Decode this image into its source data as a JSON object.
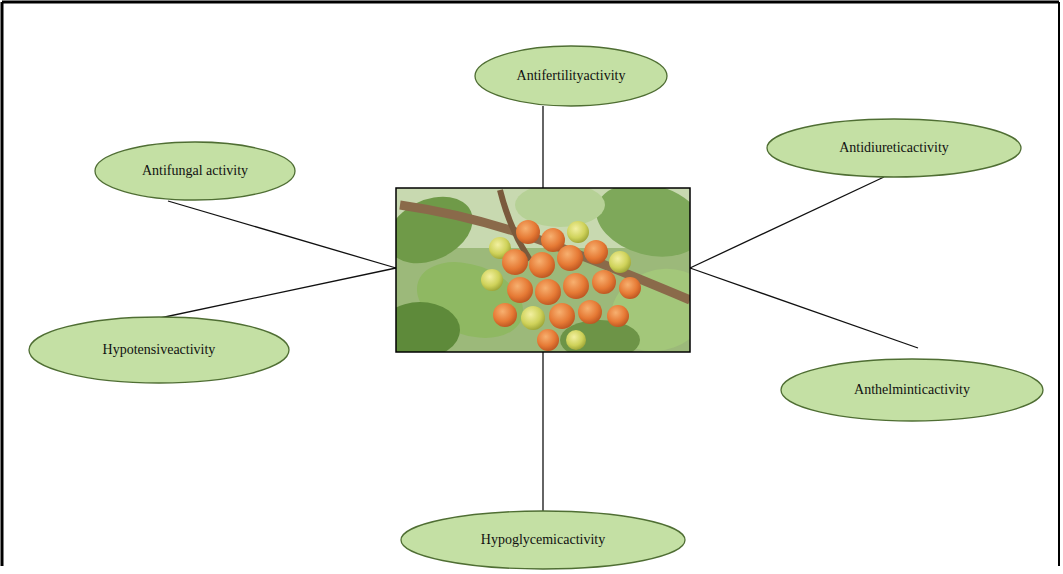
{
  "diagram": {
    "nodes": [
      {
        "text": [
          "Antifertilityactivity"
        ]
      },
      {
        "text": [
          "Antidiureticactivity"
        ]
      },
      {
        "text": [
          "Antifungal activity"
        ]
      },
      {
        "text": [
          "Hypotensiveactivity"
        ]
      },
      {
        "text": [
          "Anthelminticactivity"
        ]
      },
      {
        "text": [
          "Hypoglycemicactivity"
        ]
      }
    ]
  }
}
